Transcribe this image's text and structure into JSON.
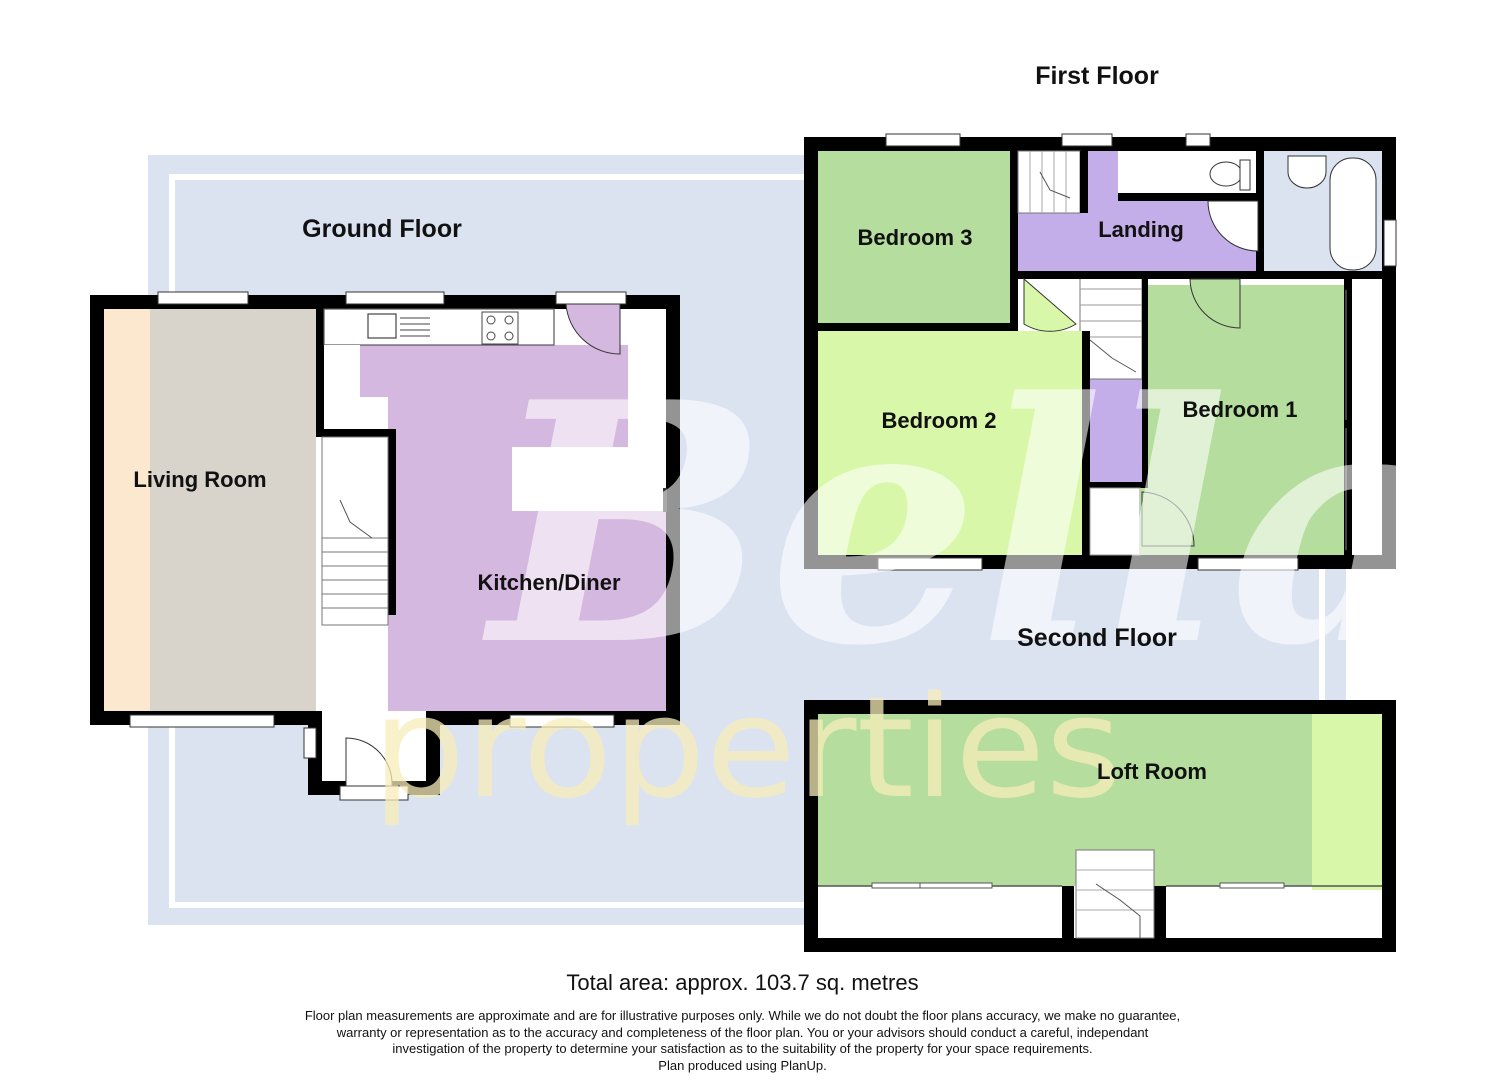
{
  "brand": {
    "watermark_name": "Bella",
    "watermark_tagline": "properties"
  },
  "floors": {
    "ground": {
      "title": "Ground Floor",
      "rooms": {
        "living": "Living Room",
        "kitchen": "Kitchen/Diner"
      }
    },
    "first": {
      "title": "First Floor",
      "rooms": {
        "bedroom3": "Bedroom 3",
        "landing": "Landing",
        "bedroom2": "Bedroom 2",
        "bedroom1": "Bedroom 1"
      }
    },
    "second": {
      "title": "Second Floor",
      "rooms": {
        "loft": "Loft Room"
      }
    }
  },
  "total_area": "Total area: approx. 103.7 sq. metres",
  "disclaimer": [
    "Floor plan measurements are approximate and are for illustrative purposes only. While we do not doubt the floor plans accuracy, we make no guarantee,",
    "warranty or representation as to the accuracy and completeness of the floor plan. You or your advisors should conduct a careful, independant",
    "investigation of the property to determine your satisfaction as to the suitability of the property for your space requirements.",
    "Plan produced using PlanUp."
  ],
  "colors": {
    "wall": "#000000",
    "watermark_bg": "#dbe3f1",
    "living_room": "#d8d3cb",
    "living_highlight": "#fbe8cf",
    "kitchen": "#d5b8df",
    "landing": "#c3aee9",
    "bedroom": "#b5dd9e",
    "bedroom_light": "#d8f7a8",
    "loft": "#b5dd9e"
  }
}
